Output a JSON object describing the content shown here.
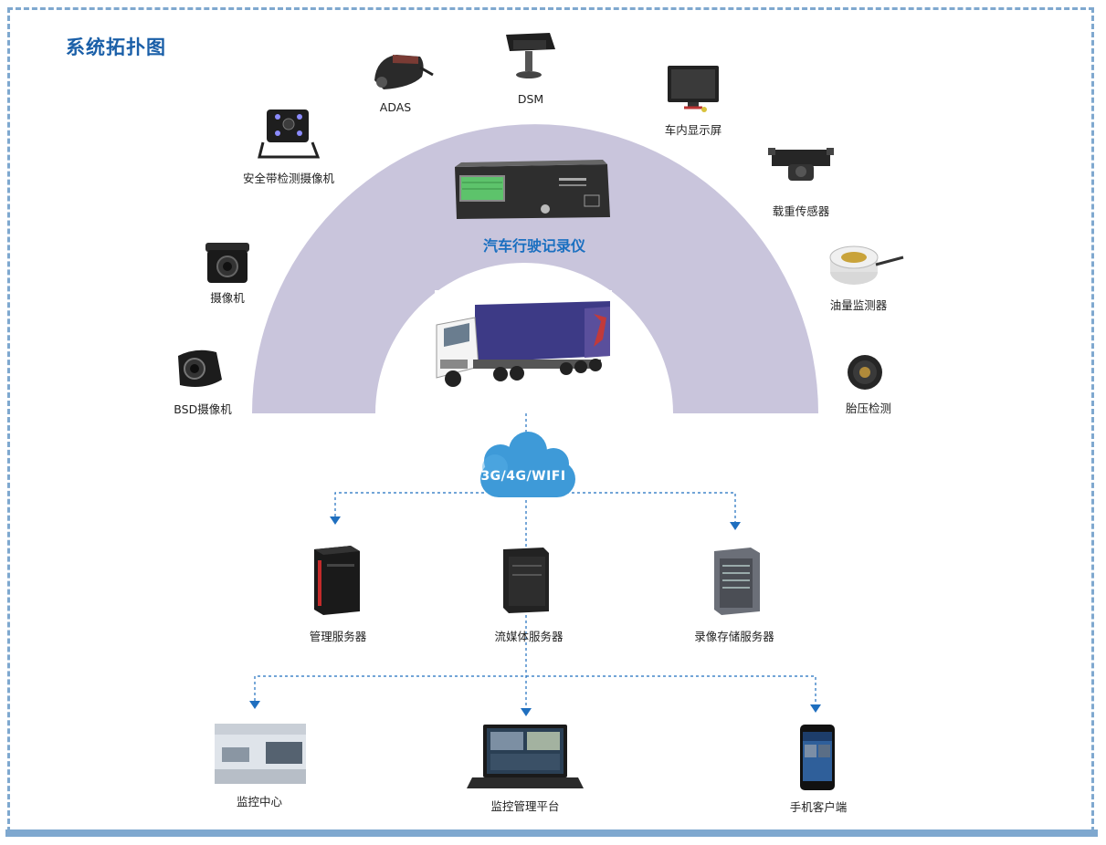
{
  "title": "系统拓扑图",
  "center": {
    "recorder_label": "汽车行驶记录仪",
    "network_label": "3G/4G/WIFI"
  },
  "peripherals": [
    {
      "id": "adas",
      "label": "ADAS",
      "icon": "adas-camera-icon"
    },
    {
      "id": "dsm",
      "label": "DSM",
      "icon": "dsm-camera-icon"
    },
    {
      "id": "display",
      "label": "车内显示屏",
      "icon": "monitor-icon"
    },
    {
      "id": "seatbelt",
      "label": "安全带检测摄像机",
      "icon": "seatbelt-camera-icon"
    },
    {
      "id": "load",
      "label": "载重传感器",
      "icon": "load-sensor-icon"
    },
    {
      "id": "camera",
      "label": "摄像机",
      "icon": "camera-icon"
    },
    {
      "id": "fuel",
      "label": "油量监测器",
      "icon": "fuel-sensor-icon"
    },
    {
      "id": "bsd",
      "label": "BSD摄像机",
      "icon": "bsd-camera-icon"
    },
    {
      "id": "tire",
      "label": "胎压检测",
      "icon": "tire-sensor-icon"
    }
  ],
  "servers": [
    {
      "id": "management",
      "label": "管理服务器",
      "icon": "server-tower-icon"
    },
    {
      "id": "streaming",
      "label": "流媒体服务器",
      "icon": "server-tower-icon"
    },
    {
      "id": "storage",
      "label": "录像存储服务器",
      "icon": "storage-server-icon"
    }
  ],
  "clients": [
    {
      "id": "center",
      "label": "监控中心",
      "icon": "control-room-icon"
    },
    {
      "id": "platform",
      "label": "监控管理平台",
      "icon": "laptop-icon"
    },
    {
      "id": "mobile",
      "label": "手机客户端",
      "icon": "smartphone-icon"
    }
  ],
  "colors": {
    "frame": "#7fa8cf",
    "arch": "#c9c5dc",
    "title": "#1a5fa8",
    "cloud": "#3e9ad8",
    "connector": "#1f6fbf"
  }
}
